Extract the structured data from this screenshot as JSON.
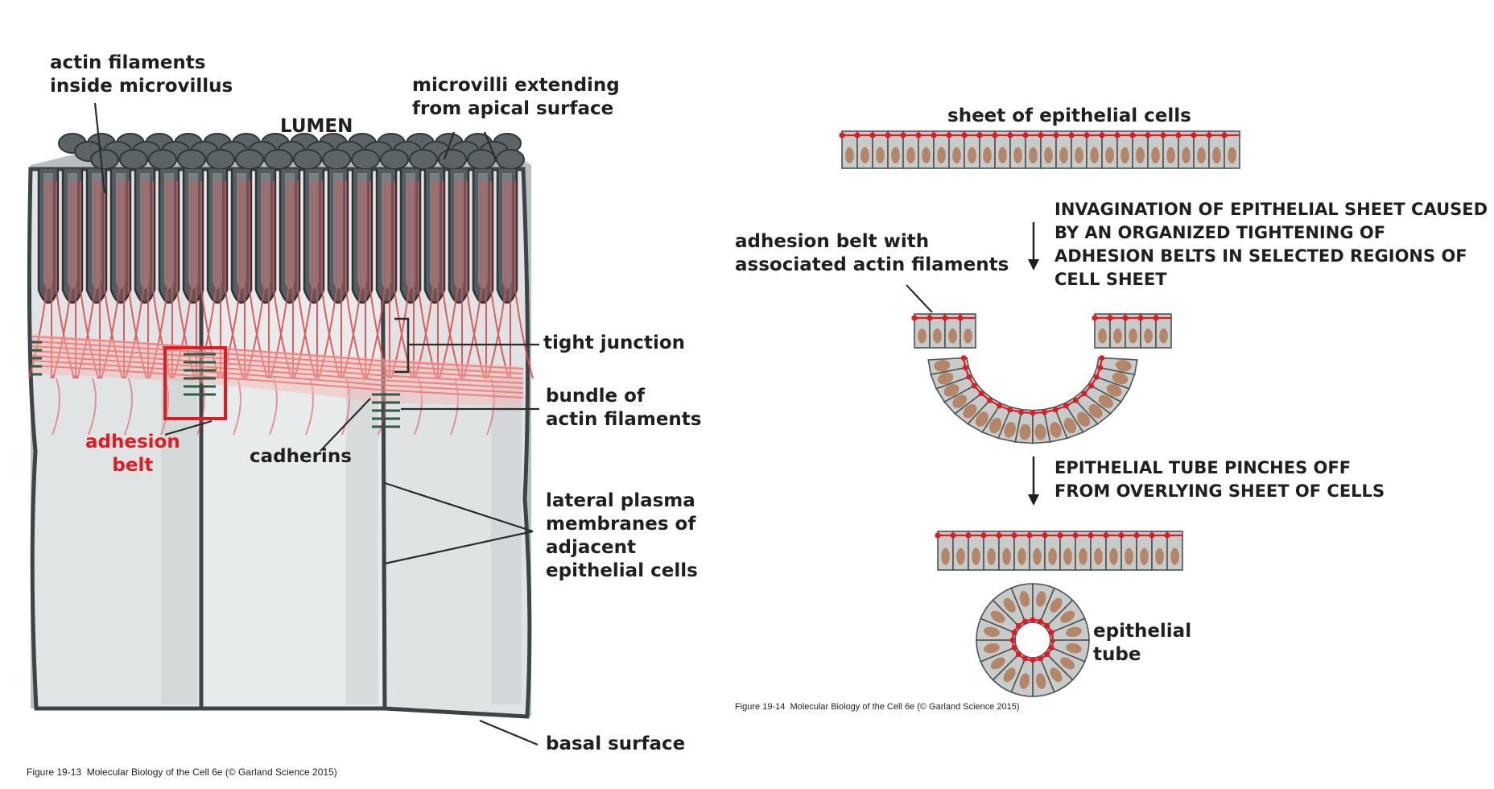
{
  "left_figure": {
    "labels": {
      "actin_filaments": "actin filaments\ninside microvillus",
      "lumen": "LUMEN",
      "microvilli": "microvilli extending\nfrom apical surface",
      "tight_junction": "tight junction",
      "bundle": "bundle of\nactin filaments",
      "adhesion_belt": "adhesion\nbelt",
      "cadherins": "cadherins",
      "lateral_membranes": "lateral plasma\nmembranes of\nadjacent\nepithelial cells",
      "basal_surface": "basal surface"
    },
    "caption": "Figure 19-13  Molecular Biology of the Cell 6e (© Garland Science 2015)"
  },
  "right_figure": {
    "labels": {
      "sheet": "sheet of epithelial cells",
      "step1": "INVAGINATION OF EPITHELIAL SHEET CAUSED\nBY AN ORGANIZED TIGHTENING OF\nADHESION BELTS IN SELECTED REGIONS OF\nCELL SHEET",
      "adhesion_belt_with": "adhesion belt with\nassociated actin filaments",
      "step2": "EPITHELIAL TUBE PINCHES OFF\nFROM OVERLYING SHEET OF CELLS",
      "tube": "epithelial\ntube"
    },
    "caption": "Figure 19-14  Molecular Biology of the Cell 6e (© Garland Science 2015)"
  },
  "colors": {
    "membrane": "#3d4347",
    "cytoplasm": "#d7dbdc",
    "actin": "#e34b4b",
    "cell_fill": "#c7cccb",
    "nucleus": "#b48566",
    "adhesion": "#e01b24"
  }
}
